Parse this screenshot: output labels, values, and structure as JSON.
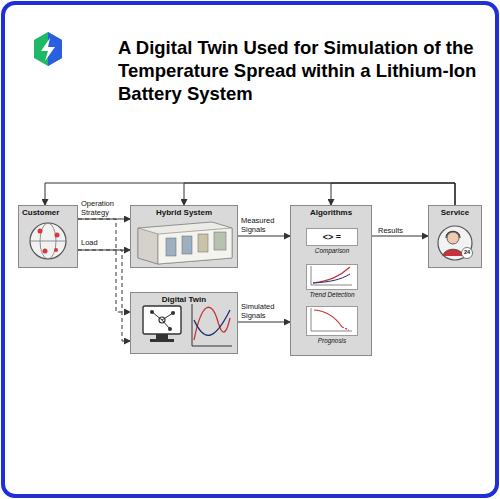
{
  "diagram": {
    "title": "A Digital Twin Used for Simulation of the Temperature Spread within a Lithium-Ion Battery System",
    "nodes": [
      {
        "text": [
          "Customer"
        ]
      },
      {
        "text": [
          "Hybrid System"
        ]
      },
      {
        "text": [
          "Digital Twin"
        ]
      },
      {
        "text": [
          "Algorithms"
        ]
      },
      {
        "text": [
          "<> =",
          "Comparison"
        ],
        "in": 3
      },
      {
        "text": [
          "Trend Detection"
        ],
        "in": 3
      },
      {
        "text": [
          "Prognosis"
        ],
        "in": 3
      },
      {
        "text": [
          "Service"
        ]
      }
    ],
    "edges": [
      {
        "from": 0,
        "to": 1,
        "label": "Operation Strategy",
        "arrow": "to"
      },
      {
        "from": 0,
        "to": 1,
        "label": "Load",
        "arrow": "to"
      },
      {
        "from": 0,
        "to": 2,
        "arrow": "to"
      },
      {
        "from": 0,
        "to": 2,
        "arrow": "to"
      },
      {
        "from": 1,
        "to": 3,
        "label": "Measured Signals",
        "arrow": "to"
      },
      {
        "from": 2,
        "to": 3,
        "label": "Simulated Signals",
        "arrow": "to"
      },
      {
        "from": 3,
        "to": 7,
        "label": "Results",
        "arrow": "to"
      },
      {
        "from": 7,
        "to": 0,
        "arrow": "to"
      },
      {
        "from": 7,
        "to": 1,
        "arrow": "to"
      },
      {
        "from": 7,
        "to": 3,
        "arrow": "to"
      }
    ],
    "labels": [
      "24"
    ]
  }
}
